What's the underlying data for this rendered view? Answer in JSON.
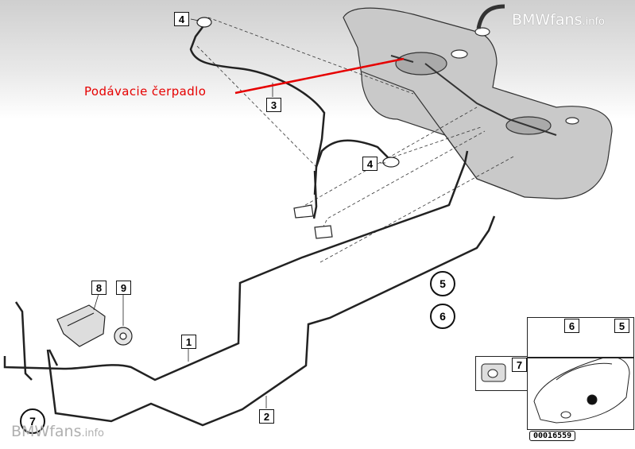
{
  "annotation": {
    "text": "Podávacie čerpadlo",
    "color": "#e60000"
  },
  "watermarks": {
    "top": {
      "brand": "BMWfans",
      "suffix": ".info"
    },
    "bottom": {
      "brand": "BMWfans",
      "suffix": ".info"
    }
  },
  "callouts": {
    "fuel_line_1": "1",
    "fuel_line_2": "2",
    "hose_3": "3",
    "clamp_4_top": "4",
    "clamp_4_middle": "4",
    "clip_5": "5",
    "clip_6": "6",
    "clip_7": "7",
    "bracket_8": "8",
    "nut_9": "9",
    "inset_6": "6",
    "inset_5": "5",
    "inset_7": "7"
  },
  "part_number": "00016559",
  "colors": {
    "line": "#222222",
    "leader_red": "#e60000",
    "tank_fill": "#c9c9c9",
    "background_top": "#cfcfcf"
  }
}
